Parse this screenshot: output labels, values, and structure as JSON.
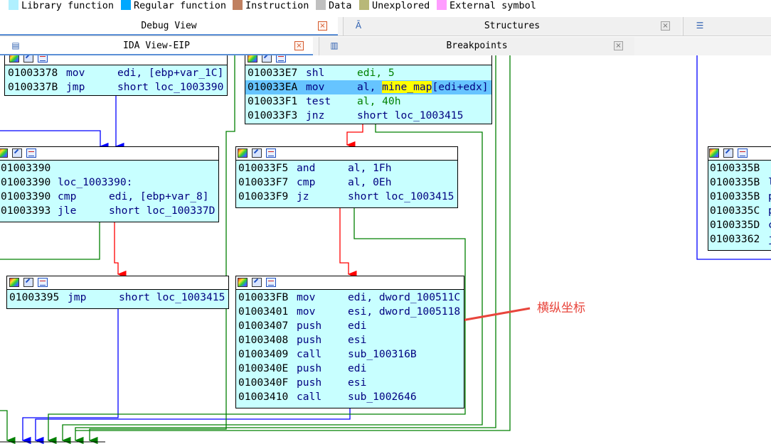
{
  "legend": [
    {
      "label": "Library function",
      "color": "#b0f0ff"
    },
    {
      "label": "Regular function",
      "color": "#00a8ff"
    },
    {
      "label": "Instruction",
      "color": "#c08060"
    },
    {
      "label": "Data",
      "color": "#c0c0c0"
    },
    {
      "label": "Unexplored",
      "color": "#b8b878"
    },
    {
      "label": "External symbol",
      "color": "#ff9cff"
    }
  ],
  "tabs_row1": [
    {
      "label": "Debug View",
      "close": "×"
    },
    {
      "label": "Structures",
      "close": "×"
    }
  ],
  "tabs_row2": [
    {
      "label": "IDA View-EIP",
      "close": "×"
    },
    {
      "label": "Breakpoints",
      "close": "×"
    }
  ],
  "blocks": {
    "b1": [
      {
        "addr": "01003378",
        "op": "mov",
        "args": "edi, [ebp+var_1C]"
      },
      {
        "addr": "0100337B",
        "op": "jmp",
        "args": "short loc_1003390"
      }
    ],
    "b2": [
      {
        "addr": "010033E7",
        "op": "shl",
        "args": "edi, 5"
      },
      {
        "addr": "010033EA",
        "op": "mov",
        "args_pre": "al, ",
        "args_mark": "mine_map",
        "args_post": "[edi+edx]"
      },
      {
        "addr": "010033F1",
        "op": "test",
        "args": "al, 40h"
      },
      {
        "addr": "010033F3",
        "op": "jnz",
        "args": "short loc_1003415"
      }
    ],
    "b3": [
      {
        "addr": "01003390",
        "op": "",
        "args": ""
      },
      {
        "addr": "01003390",
        "op": "loc_1003390:",
        "args": ""
      },
      {
        "addr": "01003390",
        "op": "cmp",
        "args": "edi, [ebp+var_8]"
      },
      {
        "addr": "01003393",
        "op": "jle",
        "args": "short loc_100337D"
      }
    ],
    "b4": [
      {
        "addr": "010033F5",
        "op": "and",
        "args": "al, 1Fh"
      },
      {
        "addr": "010033F7",
        "op": "cmp",
        "args": "al, 0Eh"
      },
      {
        "addr": "010033F9",
        "op": "jz",
        "args": "short loc_1003415"
      }
    ],
    "b5": [
      {
        "addr": "01003395",
        "op": "jmp",
        "args": "short loc_1003415"
      }
    ],
    "b6": [
      {
        "addr": "010033FB",
        "op": "mov",
        "args": "edi, dword_100511C"
      },
      {
        "addr": "01003401",
        "op": "mov",
        "args": "esi, dword_1005118"
      },
      {
        "addr": "01003407",
        "op": "push",
        "args": "edi"
      },
      {
        "addr": "01003408",
        "op": "push",
        "args": "esi"
      },
      {
        "addr": "01003409",
        "op": "call",
        "args": "sub_100316B"
      },
      {
        "addr": "0100340E",
        "op": "push",
        "args": "edi"
      },
      {
        "addr": "0100340F",
        "op": "push",
        "args": "esi"
      },
      {
        "addr": "01003410",
        "op": "call",
        "args": "sub_1002646"
      }
    ],
    "b7": [
      {
        "addr": "0100335B",
        "op": "",
        "args": ""
      },
      {
        "addr": "0100335B",
        "op": "l",
        "args": ""
      },
      {
        "addr": "0100335B",
        "op": "p",
        "args": ""
      },
      {
        "addr": "0100335C",
        "op": "p",
        "args": ""
      },
      {
        "addr": "0100335D",
        "op": "c",
        "args": ""
      },
      {
        "addr": "01003362",
        "op": "j",
        "args": ""
      }
    ]
  },
  "annotation": {
    "text": "横纵坐标",
    "color": "#e8453c"
  }
}
